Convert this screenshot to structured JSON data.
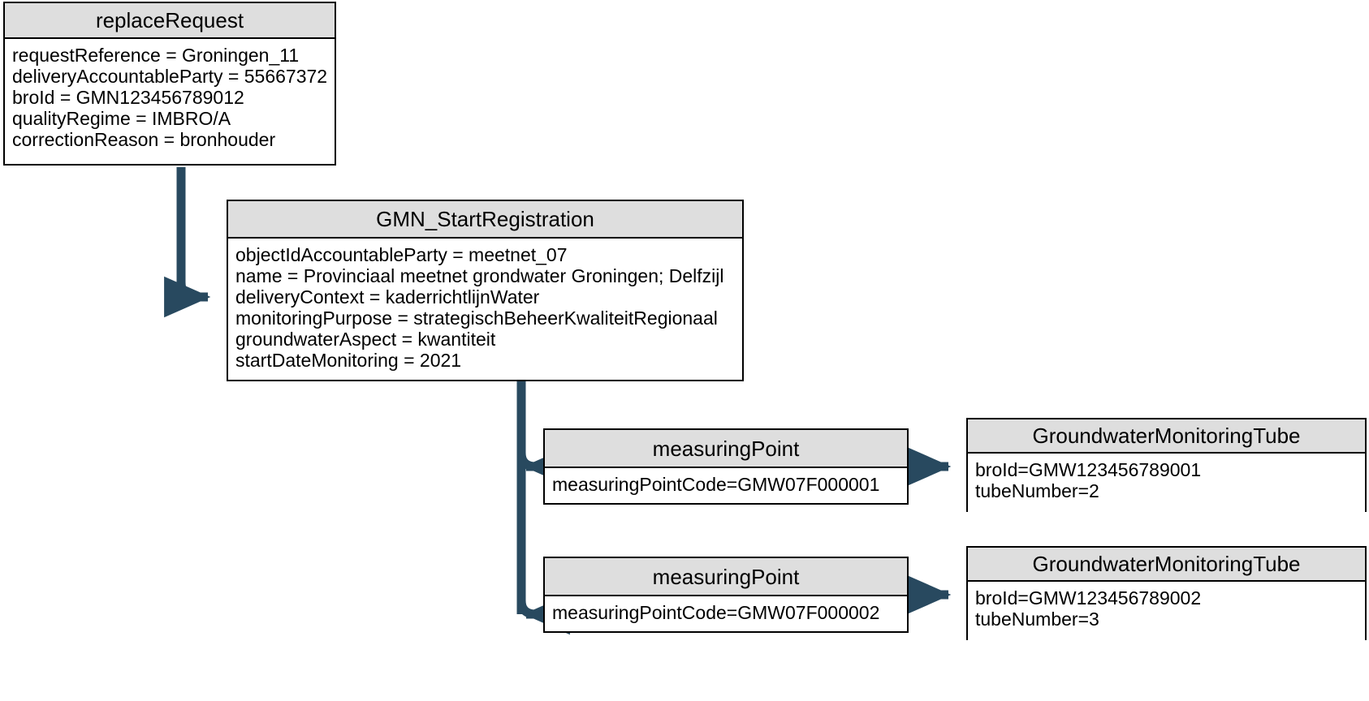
{
  "diagram": {
    "title": "replaceRequest GMN object diagram",
    "colors": {
      "connector": "#28495f",
      "header_fill": "#dedede",
      "box_fill": "#ffffff",
      "border": "#000000",
      "text": "#000000"
    }
  },
  "boxes": {
    "replace_request": {
      "title": "replaceRequest",
      "attributes": [
        "requestReference = Groningen_11",
        "deliveryAccountableParty = 55667372",
        "broId = GMN123456789012",
        "qualityRegime = IMBRO/A",
        "correctionReason = bronhouder"
      ]
    },
    "gmn_start_registration": {
      "title": "GMN_StartRegistration",
      "attributes": [
        "objectIdAccountableParty = meetnet_07",
        "name = Provinciaal meetnet grondwater Groningen; Delfzijl",
        "deliveryContext = kaderrichtlijnWater",
        "monitoringPurpose = strategischBeheerKwaliteitRegionaal",
        "groundwaterAspect = kwantiteit",
        "startDateMonitoring = 2021"
      ]
    },
    "measuring_point_1": {
      "title": "measuringPoint",
      "attributes": [
        "measuringPointCode=GMW07F000001"
      ]
    },
    "measuring_point_2": {
      "title": "measuringPoint",
      "attributes": [
        "measuringPointCode=GMW07F000002"
      ]
    },
    "tube_1": {
      "title": "GroundwaterMonitoringTube",
      "attributes": [
        "broId=GMW123456789001",
        "tubeNumber=2"
      ]
    },
    "tube_2": {
      "title": "GroundwaterMonitoringTube",
      "attributes": [
        "broId=GMW123456789002",
        "tubeNumber=3"
      ]
    }
  },
  "connectors": [
    {
      "name": "replace-request-to-gmn-start",
      "from": "replace_request",
      "to": "gmn_start_registration"
    },
    {
      "name": "gmn-start-to-measuring-point-1",
      "from": "gmn_start_registration",
      "to": "measuring_point_1"
    },
    {
      "name": "gmn-start-to-measuring-point-2",
      "from": "gmn_start_registration",
      "to": "measuring_point_2"
    },
    {
      "name": "measuring-point-1-to-tube-1",
      "from": "measuring_point_1",
      "to": "tube_1"
    },
    {
      "name": "measuring-point-2-to-tube-2",
      "from": "measuring_point_2",
      "to": "tube_2"
    }
  ]
}
